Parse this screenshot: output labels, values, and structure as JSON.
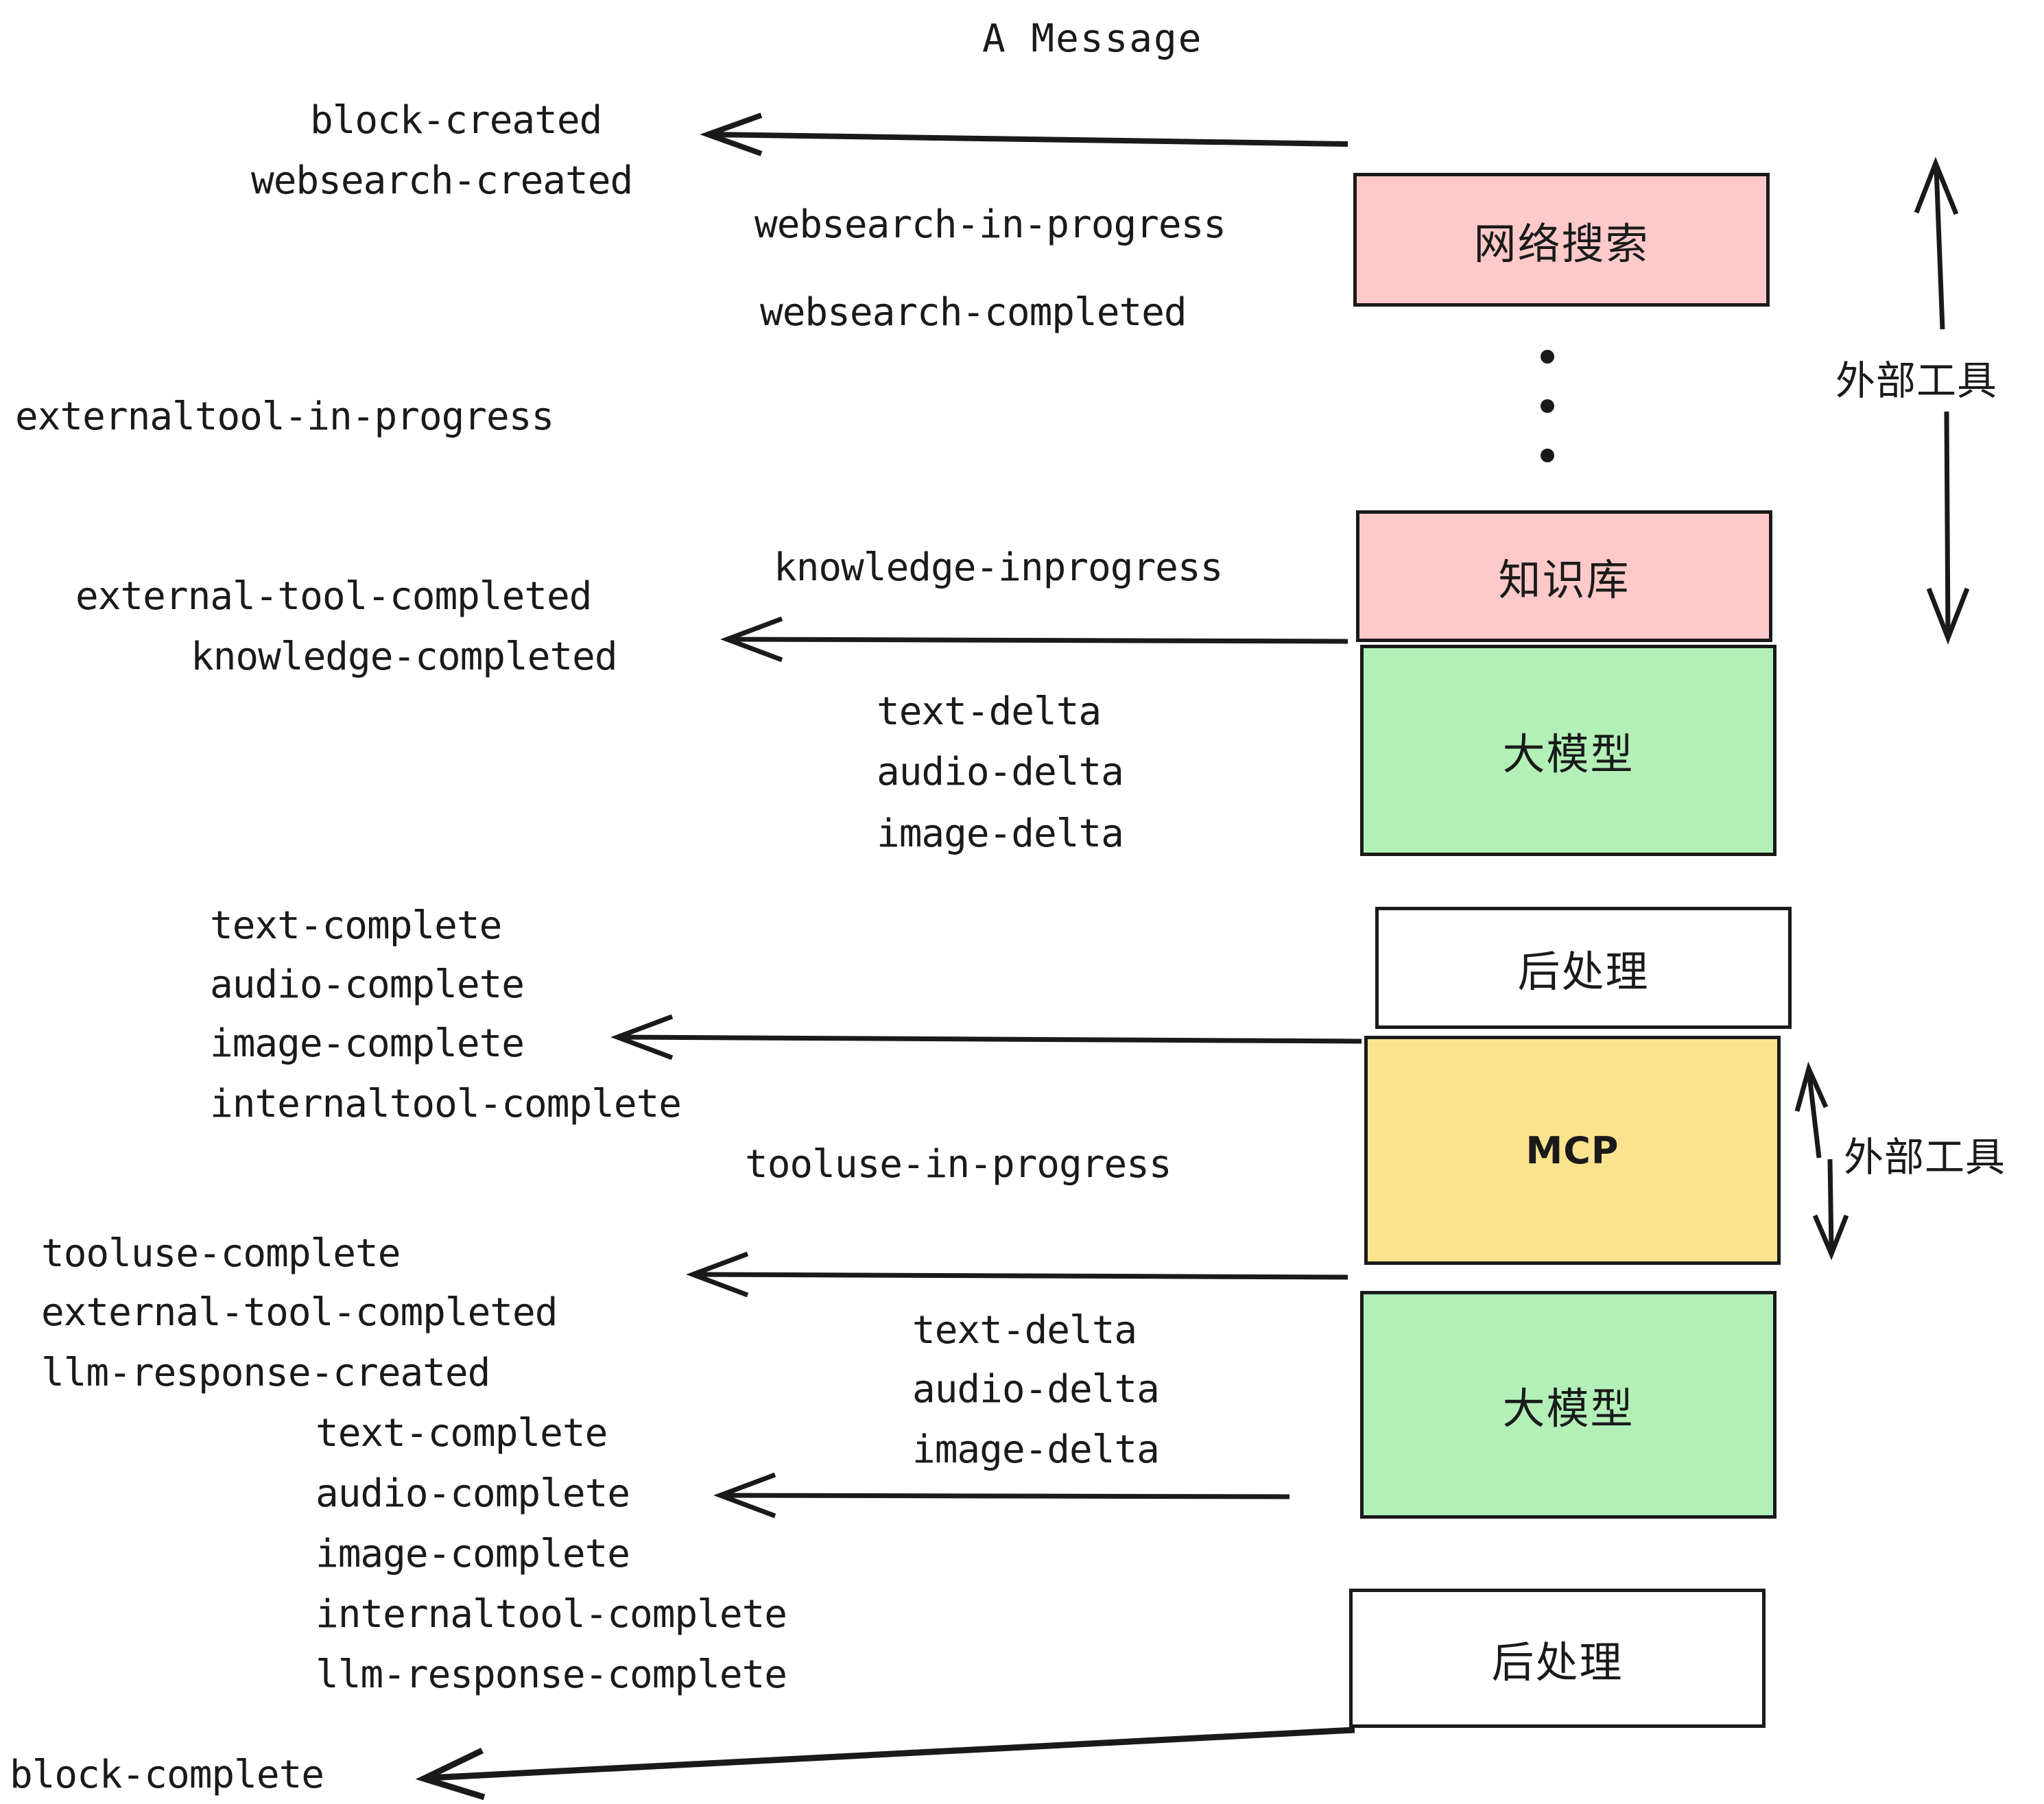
{
  "title": "A Message",
  "colors": {
    "pink": "#ffc9c9",
    "green": "#b2f0b8",
    "yellow": "#fbe38e",
    "white": "#ffffff",
    "stroke": "#1a1a1a"
  },
  "nodes": [
    {
      "id": "websearch",
      "label": "网络搜索",
      "fill": "pink"
    },
    {
      "id": "knowledge",
      "label": "知识库",
      "fill": "pink"
    },
    {
      "id": "llm-1",
      "label": "大模型",
      "fill": "green"
    },
    {
      "id": "postprocess-1",
      "label": "后处理",
      "fill": "white"
    },
    {
      "id": "mcp",
      "label": "MCP",
      "fill": "yellow"
    },
    {
      "id": "llm-2",
      "label": "大模型",
      "fill": "green"
    },
    {
      "id": "postprocess-2",
      "label": "后处理",
      "fill": "white"
    }
  ],
  "side_labels": [
    {
      "id": "external-tools-top",
      "label": "外部工具"
    },
    {
      "id": "external-tools-bottom",
      "label": "外部工具"
    }
  ],
  "events": [
    {
      "id": "block-created",
      "text": "block-created"
    },
    {
      "id": "websearch-created",
      "text": "websearch-created"
    },
    {
      "id": "websearch-in-progress",
      "text": "websearch-in-progress"
    },
    {
      "id": "websearch-completed",
      "text": "websearch-completed"
    },
    {
      "id": "externaltool-in-progress",
      "text": "externaltool-in-progress"
    },
    {
      "id": "knowledge-inprogress",
      "text": "knowledge-inprogress"
    },
    {
      "id": "external-tool-completed-1",
      "text": "external-tool-completed"
    },
    {
      "id": "knowledge-completed",
      "text": "knowledge-completed"
    },
    {
      "id": "text-delta-1",
      "text": "text-delta"
    },
    {
      "id": "audio-delta-1",
      "text": "audio-delta"
    },
    {
      "id": "image-delta-1",
      "text": "image-delta"
    },
    {
      "id": "text-complete-1",
      "text": "text-complete"
    },
    {
      "id": "audio-complete-1",
      "text": "audio-complete"
    },
    {
      "id": "image-complete-1",
      "text": "image-complete"
    },
    {
      "id": "internaltool-complete-1",
      "text": "internaltool-complete"
    },
    {
      "id": "tooluse-in-progress",
      "text": "tooluse-in-progress"
    },
    {
      "id": "tooluse-complete",
      "text": "tooluse-complete"
    },
    {
      "id": "external-tool-completed-2",
      "text": "external-tool-completed"
    },
    {
      "id": "llm-response-created",
      "text": "llm-response-created"
    },
    {
      "id": "text-delta-2",
      "text": "text-delta"
    },
    {
      "id": "audio-delta-2",
      "text": "audio-delta"
    },
    {
      "id": "image-delta-2",
      "text": "image-delta"
    },
    {
      "id": "text-complete-2",
      "text": "text-complete"
    },
    {
      "id": "audio-complete-2",
      "text": "audio-complete"
    },
    {
      "id": "image-complete-2",
      "text": "image-complete"
    },
    {
      "id": "internaltool-complete-2",
      "text": "internaltool-complete"
    },
    {
      "id": "llm-response-complete",
      "text": "llm-response-complete"
    },
    {
      "id": "block-complete",
      "text": "block-complete"
    }
  ]
}
